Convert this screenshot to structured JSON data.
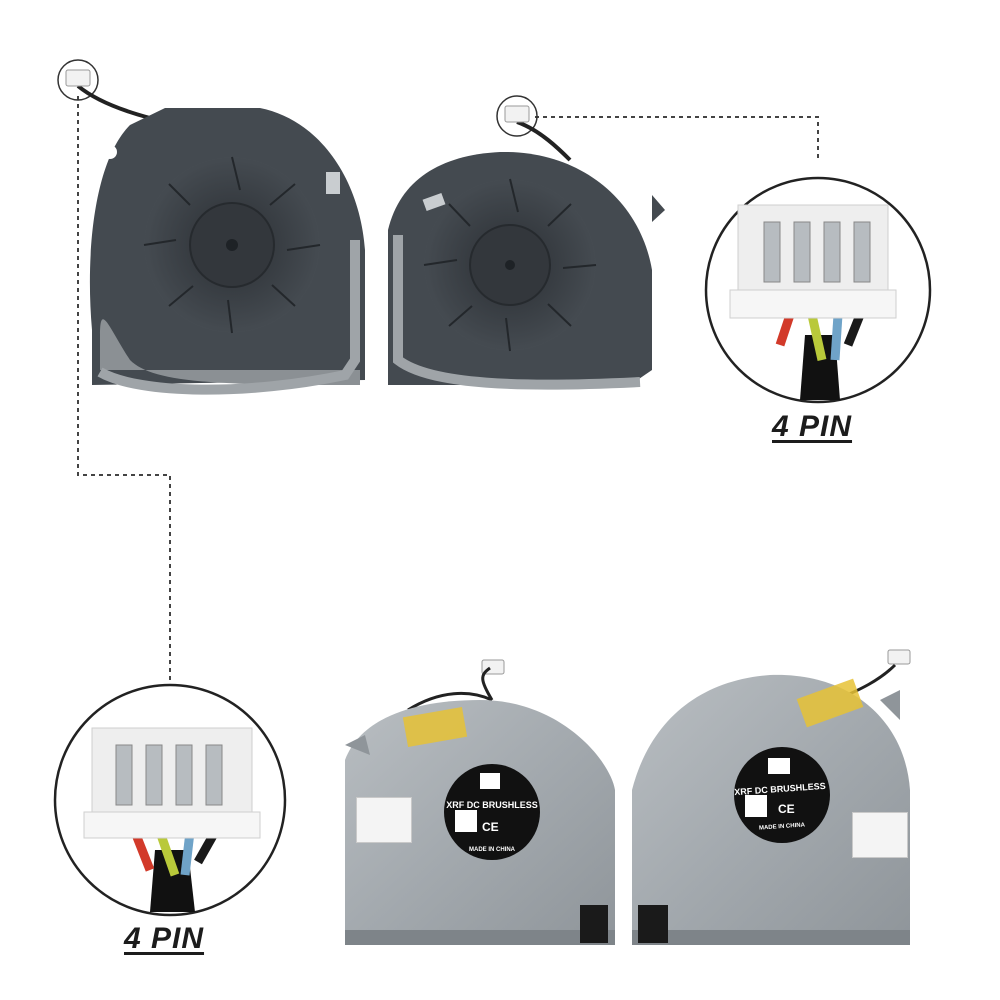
{
  "pin_label_top": "4 PIN",
  "pin_label_bottom": "4 PIN",
  "sticker": {
    "brand_line": "XRF DC BRUSHLESS",
    "origin_line": "MADE IN CHINA",
    "ce_mark": "CE"
  },
  "colors": {
    "fan_body": "#3a3f44",
    "fan_back": "#9aa0a4",
    "sticker": "#111111",
    "tape": "#e6c235",
    "connector": "#f1f1f1"
  }
}
